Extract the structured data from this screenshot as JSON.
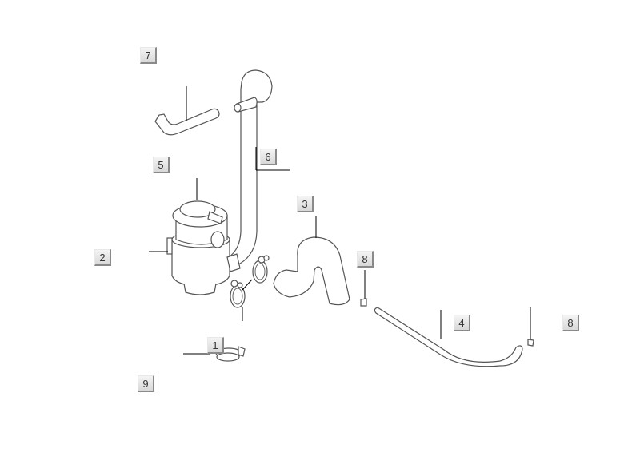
{
  "callouts": [
    {
      "id": "7",
      "label": "7"
    },
    {
      "id": "5",
      "label": "5"
    },
    {
      "id": "6",
      "label": "6"
    },
    {
      "id": "3",
      "label": "3"
    },
    {
      "id": "2",
      "label": "2"
    },
    {
      "id": "8a",
      "label": "8"
    },
    {
      "id": "4",
      "label": "4"
    },
    {
      "id": "8b",
      "label": "8"
    },
    {
      "id": "1",
      "label": "1"
    },
    {
      "id": "9",
      "label": "9"
    }
  ]
}
